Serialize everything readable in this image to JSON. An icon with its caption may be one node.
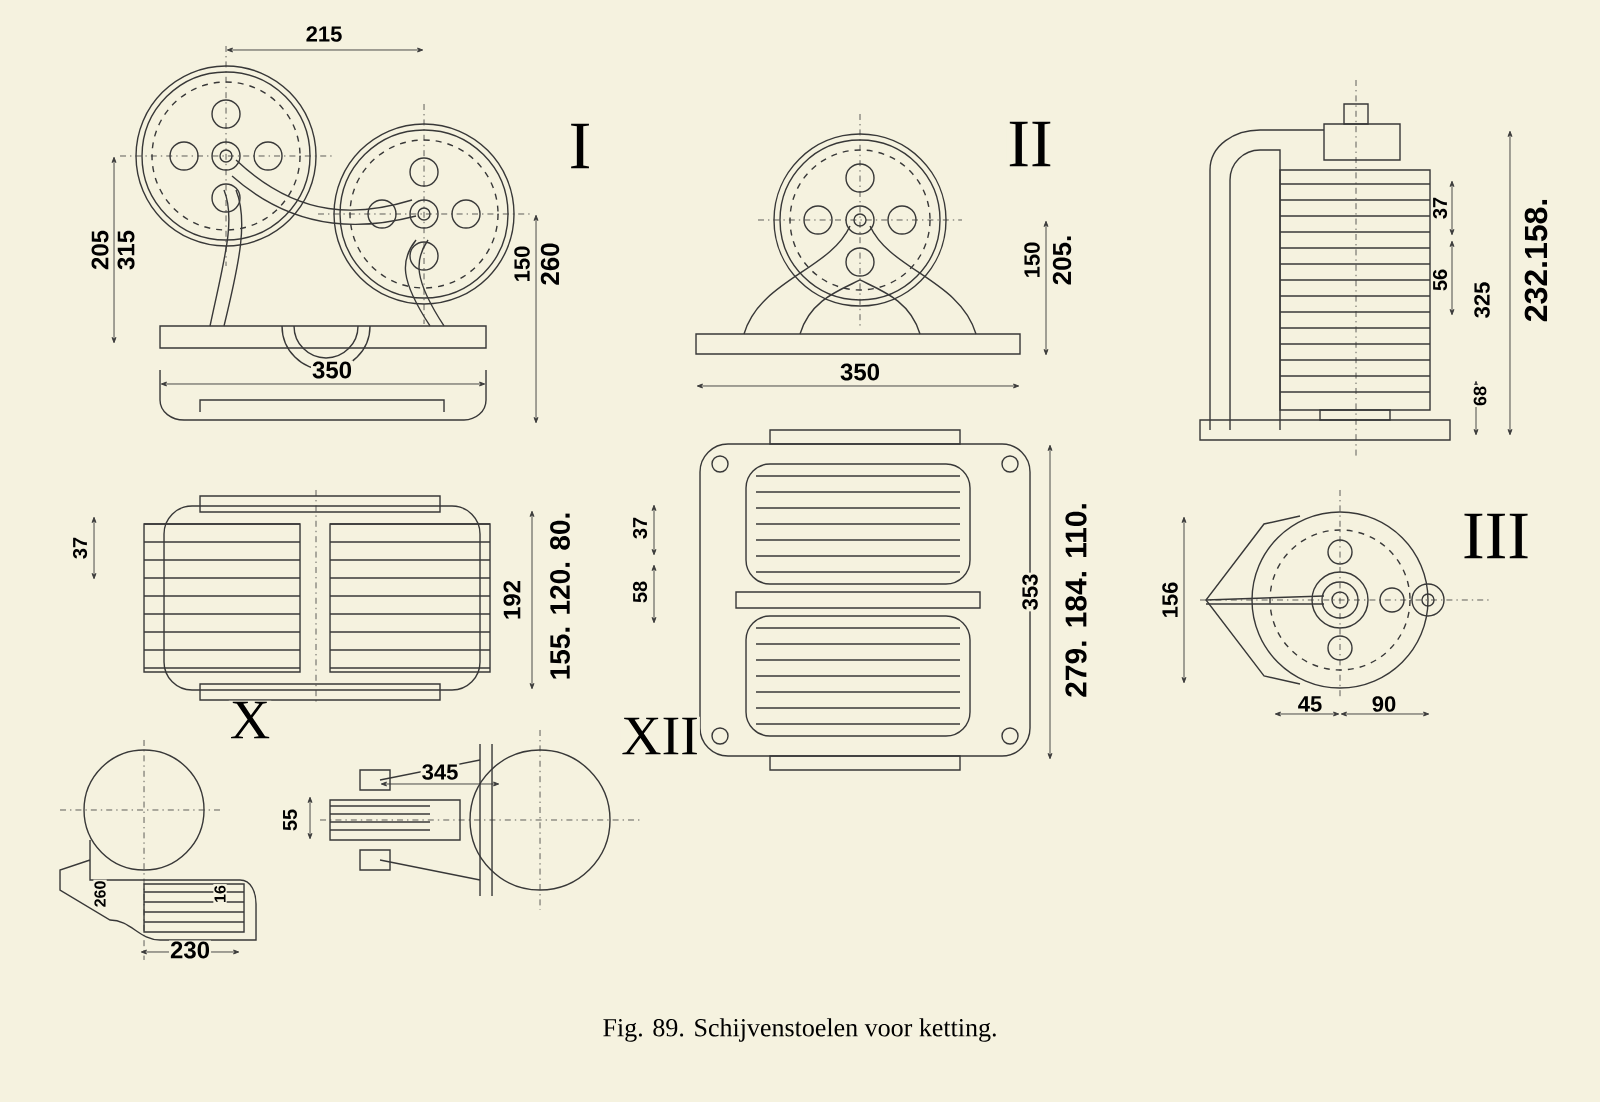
{
  "diagram": {
    "caption": "Fig. 89. Schijvenstoelen voor ketting.",
    "labels": [
      "215",
      "I",
      "205",
      "315",
      "150",
      "260",
      "350",
      "II",
      "150",
      "205.",
      "350",
      "37",
      "56",
      "325",
      "68",
      "232.158.",
      "37",
      "192",
      "155. 120. 80.",
      "X",
      "37",
      "58",
      "XII",
      "353",
      "279. 184. 110.",
      "III",
      "156",
      "45",
      "90",
      "345",
      "55",
      "260",
      "16",
      "230"
    ]
  }
}
